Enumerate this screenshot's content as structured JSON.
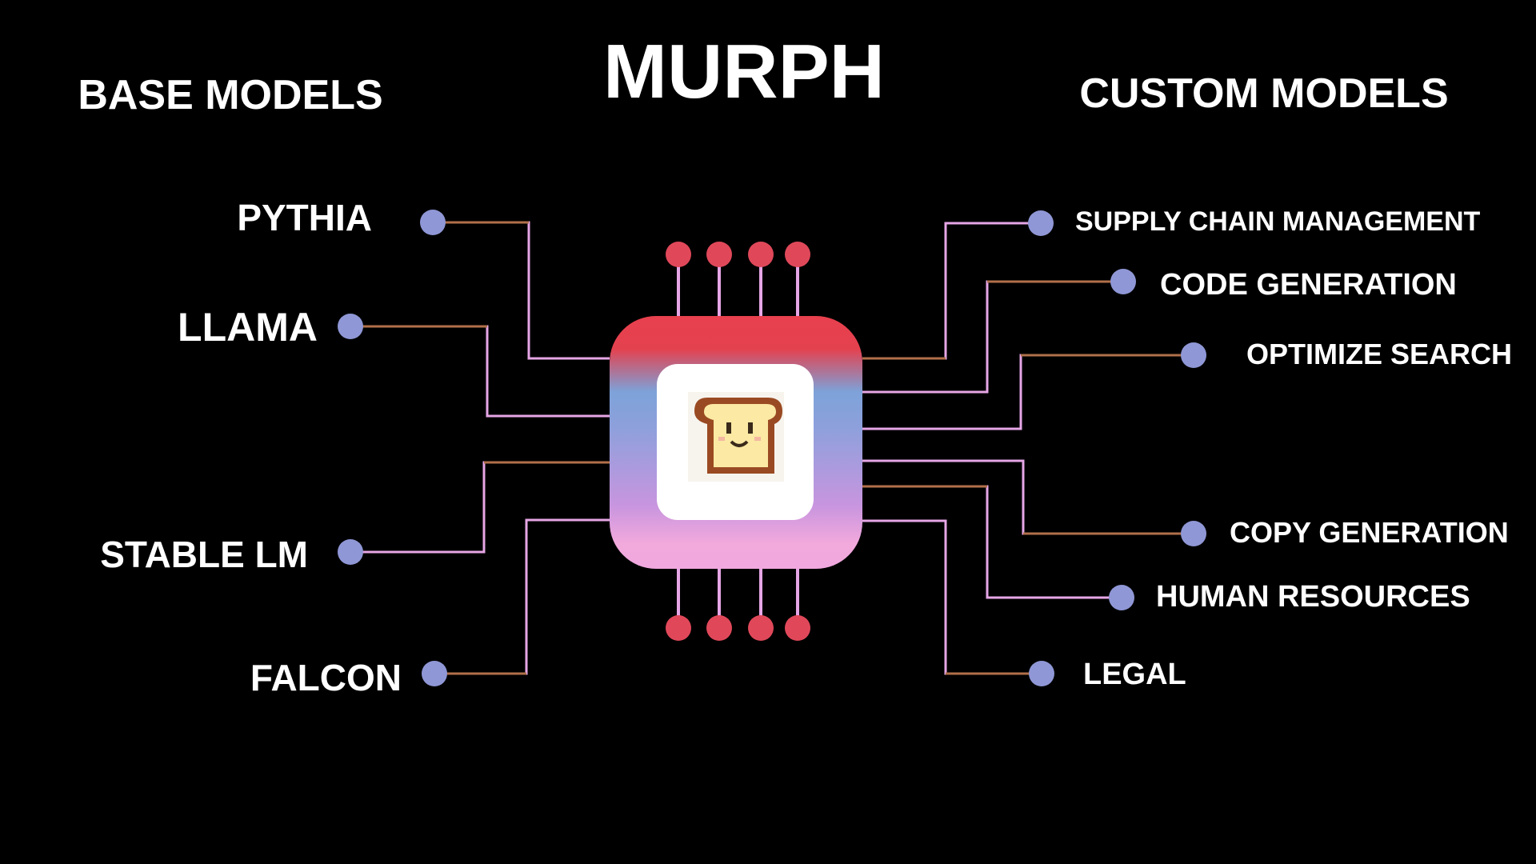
{
  "title": "MURPH",
  "base_models": {
    "heading": "BASE MODELS",
    "items": [
      "PYTHIA",
      "LLAMA",
      "STABLE LM",
      "FALCON"
    ]
  },
  "custom_models": {
    "heading": "CUSTOM MODELS",
    "items": [
      "SUPPLY CHAIN MANAGEMENT",
      "CODE GENERATION",
      "OPTIMIZE SEARCH",
      "COPY GENERATION",
      "HUMAN RESOURCES",
      "LEGAL"
    ]
  },
  "colors": {
    "background": "#000000",
    "text": "#ffffff",
    "node_dot": "#8f97d6",
    "connector_pink": "#e6a6e6",
    "connector_brown": "#b0704a",
    "pin_dot": "#e0485a",
    "chip_top": "#e8404e",
    "chip_middle": "#7da2d9",
    "chip_bottom": "#f2a9dc",
    "toast_crust": "#9a4a22",
    "toast_bread": "#fbe9a4"
  },
  "center_icon": "smiling-toast-icon"
}
